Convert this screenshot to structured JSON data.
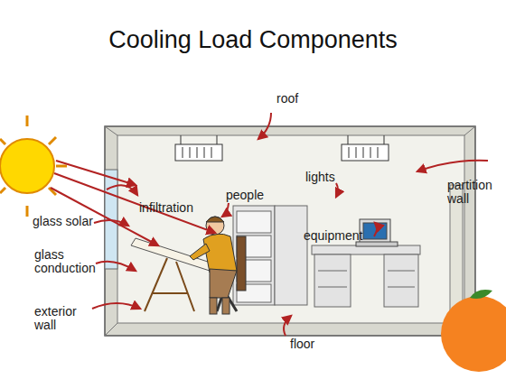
{
  "diagram": {
    "title": "Cooling Load Components",
    "labels": [
      "roof",
      "lights",
      "partition wall",
      "people",
      "infiltration",
      "equipment",
      "glass solar",
      "glass conduction",
      "exterior wall",
      "floor"
    ]
  }
}
